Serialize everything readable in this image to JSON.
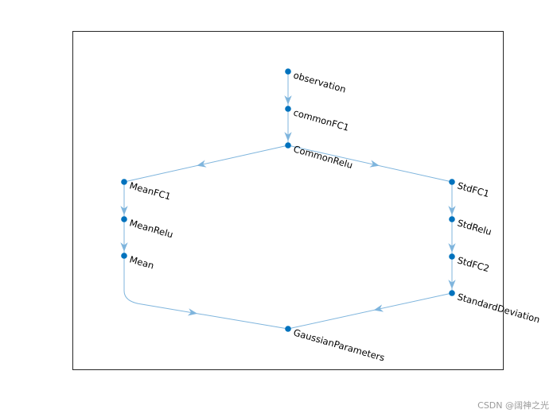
{
  "graph": {
    "colors": {
      "node": "#0072bd",
      "edge": "#7fb5dd",
      "frame": "#262626",
      "background": "#ffffff"
    },
    "nodes": [
      {
        "id": "observation",
        "label": "observation"
      },
      {
        "id": "commonFC1",
        "label": "commonFC1"
      },
      {
        "id": "CommonRelu",
        "label": "CommonRelu"
      },
      {
        "id": "MeanFC1",
        "label": "MeanFC1"
      },
      {
        "id": "MeanRelu",
        "label": "MeanRelu"
      },
      {
        "id": "Mean",
        "label": "Mean"
      },
      {
        "id": "StdFC1",
        "label": "StdFC1"
      },
      {
        "id": "StdRelu",
        "label": "StdRelu"
      },
      {
        "id": "StdFC2",
        "label": "StdFC2"
      },
      {
        "id": "StandardDeviation",
        "label": "StandardDeviation"
      },
      {
        "id": "GaussianParameters",
        "label": "GaussianParameters"
      }
    ],
    "edges": [
      {
        "from": "observation",
        "to": "commonFC1"
      },
      {
        "from": "commonFC1",
        "to": "CommonRelu"
      },
      {
        "from": "CommonRelu",
        "to": "MeanFC1"
      },
      {
        "from": "CommonRelu",
        "to": "StdFC1"
      },
      {
        "from": "MeanFC1",
        "to": "MeanRelu"
      },
      {
        "from": "MeanRelu",
        "to": "Mean"
      },
      {
        "from": "StdFC1",
        "to": "StdRelu"
      },
      {
        "from": "StdRelu",
        "to": "StdFC2"
      },
      {
        "from": "StdFC2",
        "to": "StandardDeviation"
      },
      {
        "from": "Mean",
        "to": "GaussianParameters"
      },
      {
        "from": "StandardDeviation",
        "to": "GaussianParameters"
      }
    ]
  },
  "watermark": "CSDN @阔神之光"
}
